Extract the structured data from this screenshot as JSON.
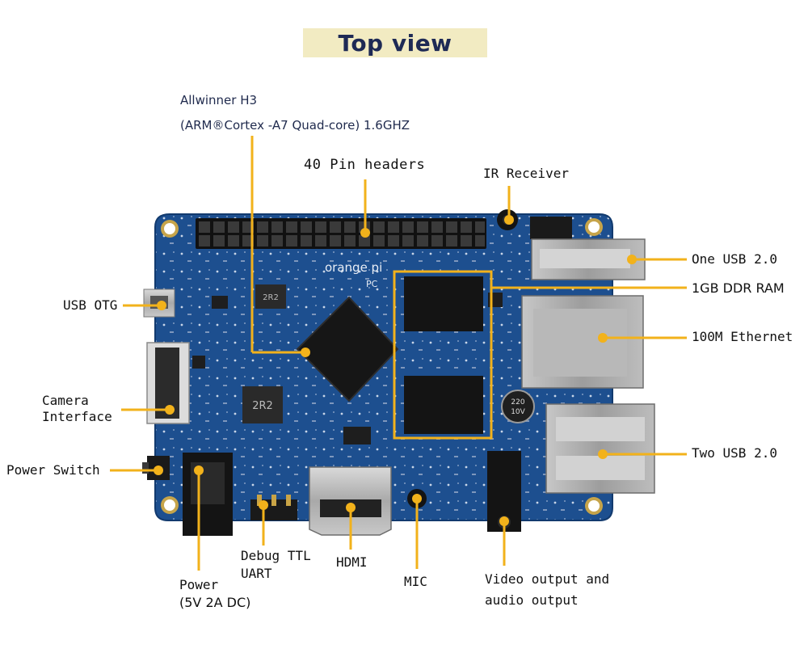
{
  "title": "Top view",
  "labels": {
    "soc_line1": "Allwinner H3",
    "soc_line2": "(ARM®Cortex  -A7 Quad-core) 1.6GHZ",
    "pin_headers": "40 Pin headers",
    "ir_receiver": "IR Receiver",
    "one_usb": "One USB 2.0",
    "ddr_ram": "1GB DDR RAM",
    "ethernet": "100M Ethernet",
    "two_usb": "Two USB 2.0",
    "usb_otg": "USB OTG",
    "camera_line1": "Camera",
    "camera_line2": "Interface",
    "power_switch": "Power Switch",
    "power_line1": "Power",
    "power_line2": "(5V 2A DC)",
    "debug_line1": "Debug TTL",
    "debug_line2": "UART",
    "hdmi": "HDMI",
    "mic": "MIC",
    "video_line1": "Video output and",
    "video_line2": "audio output"
  },
  "board": {
    "brand": "orange pi",
    "model": "PC",
    "chip_marking": "2R2",
    "capacitor_marking": "220\n10V"
  },
  "colors": {
    "board": "#1d4f8f",
    "callout": "#f2b21b",
    "title_bg": "#f2ebc2",
    "title_text": "#1e2a55"
  }
}
